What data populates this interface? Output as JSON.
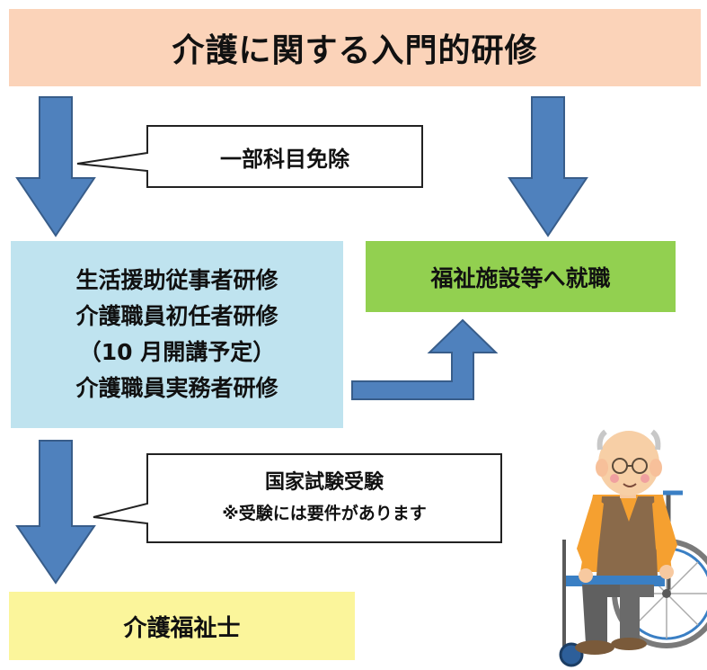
{
  "top_box": {
    "label": "介護に関する入門的研修"
  },
  "training_box": {
    "lines": [
      "生活援助従事者研修",
      "介護職員初任者研修",
      "（10 月開講予定）",
      "介護職員実務者研修"
    ]
  },
  "employment_box": {
    "label": "福祉施設等へ就職"
  },
  "callout_exemption": {
    "label": "一部科目免除"
  },
  "callout_exam": {
    "title": "国家試験受験",
    "note": "※受験には要件があります"
  },
  "caregiver_box": {
    "label": "介護福祉士"
  },
  "colors": {
    "top_box": "#fbd3b9",
    "training_box": "#bfe3ef",
    "employment_box": "#92d050",
    "caregiver_box": "#fbf59b",
    "arrow_fill": "#4f81bd",
    "arrow_stroke": "#385d8a"
  },
  "illustration": {
    "icon": "elderly-man-in-wheelchair-icon"
  }
}
